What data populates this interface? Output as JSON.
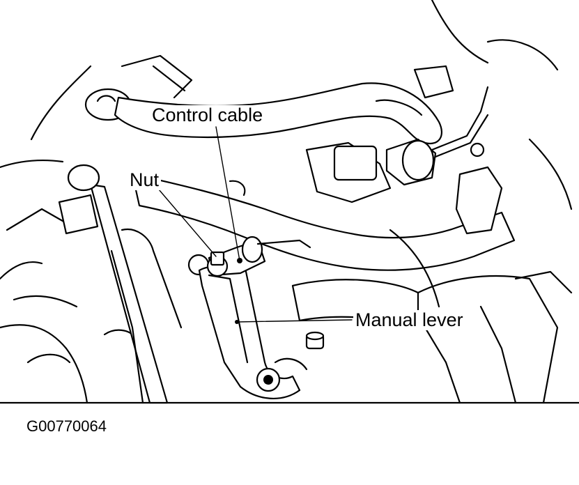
{
  "callouts": {
    "control_cable": "Control cable",
    "nut": "Nut",
    "manual_lever": "Manual lever"
  },
  "figure_id": "G00770064"
}
